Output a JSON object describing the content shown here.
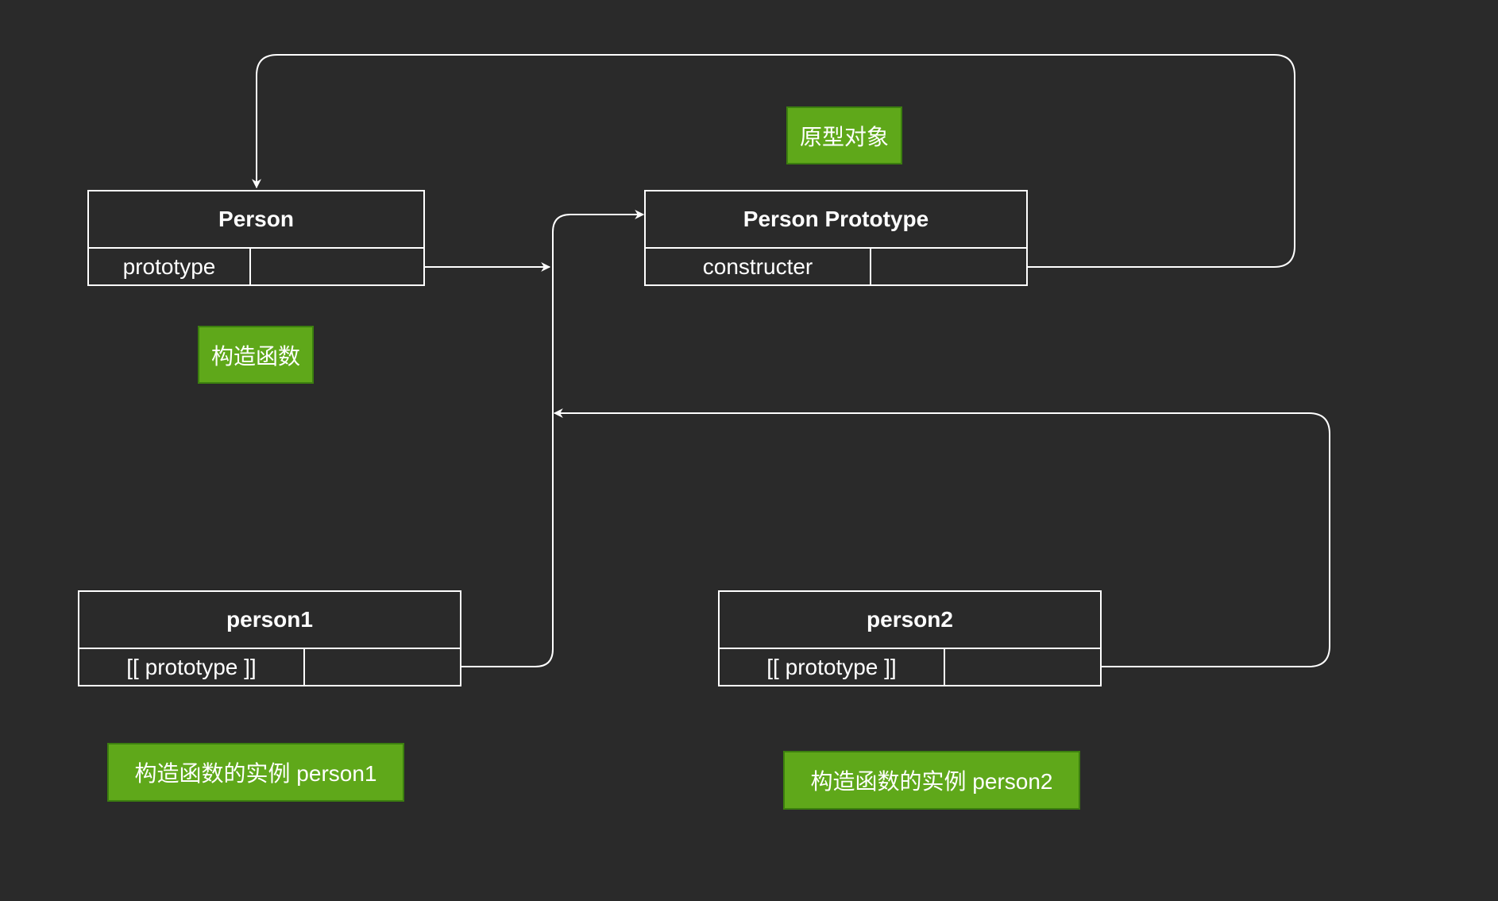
{
  "colors": {
    "background": "#2a2a2a",
    "line": "#ffffff",
    "tag_fill": "#5fa81a",
    "tag_border": "#3c7f0f"
  },
  "boxes": {
    "person": {
      "title": "Person",
      "field": "prototype"
    },
    "person_prototype": {
      "title": "Person Prototype",
      "field": "constructer"
    },
    "person1": {
      "title": "person1",
      "field": "[[ prototype ]]"
    },
    "person2": {
      "title": "person2",
      "field": "[[ prototype ]]"
    }
  },
  "tags": {
    "prototype_object": "原型对象",
    "constructor_function": "构造函数",
    "instance_person1": "构造函数的实例 person1",
    "instance_person2": "构造函数的实例 person2"
  }
}
